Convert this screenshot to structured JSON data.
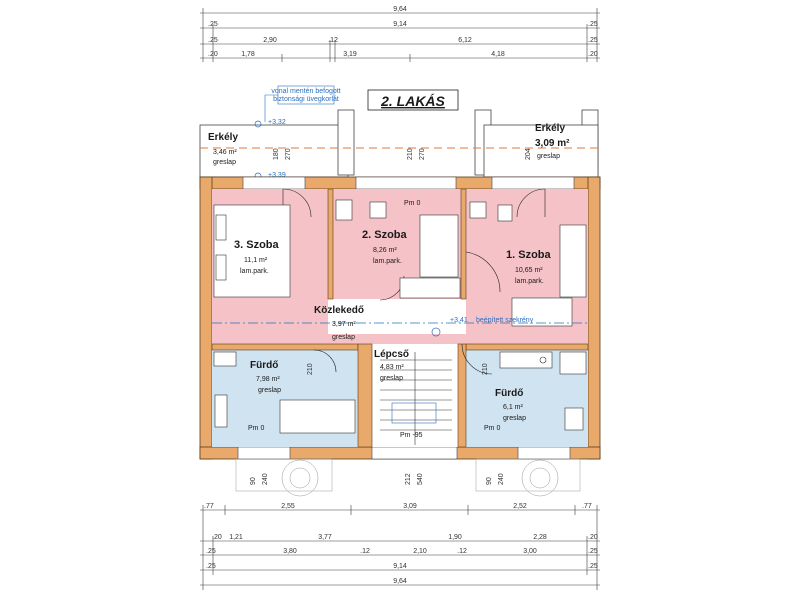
{
  "title": "2. LAKÁS",
  "annotation": {
    "glass_note_1": "vonal mentén befogott",
    "glass_note_2": "biztonsági üvegkorlát"
  },
  "levels": {
    "balcony_left": "+3,32",
    "balcony_left_low": "+3,39",
    "corridor": "+3,41",
    "right_level": "+3,41"
  },
  "rooms": {
    "erkely_left": {
      "name": "Erkély",
      "area": "3,46 m²",
      "floor": "greslap"
    },
    "erkely_right": {
      "name": "Erkély",
      "area": "3,09 m²",
      "floor": "greslap"
    },
    "szoba3": {
      "name": "3. Szoba",
      "area": "11,1 m²",
      "floor": "lam.park."
    },
    "szoba2": {
      "name": "2. Szoba",
      "area": "8,26 m²",
      "floor": "lam.park."
    },
    "szoba1": {
      "name": "1. Szoba",
      "area": "10,65 m²",
      "floor": "lam.park."
    },
    "kozlekedo": {
      "name": "Közlekedő",
      "area": "3,97 m²",
      "floor": "greslap"
    },
    "lepcso": {
      "name": "Lépcső",
      "area": "4,83 m²",
      "floor": "greslap"
    },
    "furdo_left": {
      "name": "Fürdő",
      "area": "7,98 m²",
      "floor": "greslap",
      "pm": "Pm 0"
    },
    "furdo_right": {
      "name": "Fürdő",
      "area": "6,1 m²",
      "floor": "greslap",
      "pm": "Pm 0"
    },
    "pm_top": "Pm 0",
    "pm_stair": "Pm -95",
    "beepitett": "beépített szekrény"
  },
  "door_dims": {
    "d1": "180",
    "d2": "270",
    "d3": "210",
    "d4": "270",
    "d5": "204",
    "d6": "210",
    "d7": "210",
    "d8": "90",
    "d9": "240",
    "d10": "212",
    "d11": "540",
    "d12": "90",
    "d13": "240"
  },
  "dims_top": {
    "row1": [
      "9,64"
    ],
    "row2": [
      ".25",
      "9,14",
      ".25"
    ],
    "row3": [
      ".25",
      "2,90",
      ".12",
      "6,12",
      ".25"
    ],
    "row4": [
      ".20",
      "1,78",
      "3,19",
      "4,18",
      ".20"
    ]
  },
  "dims_bottom": {
    "row0": [
      ".77",
      "2,55",
      "3,09",
      "2,52",
      ".77"
    ],
    "row1": [
      ".20",
      "1,21",
      "3,77",
      "1,90",
      "2,28",
      ".20"
    ],
    "row2": [
      ".25",
      "3,80",
      ".12",
      "2,10",
      ".12",
      "3,00",
      ".25"
    ],
    "row3": [
      ".25",
      "9,14",
      ".25"
    ],
    "row4": [
      "9,64"
    ]
  }
}
